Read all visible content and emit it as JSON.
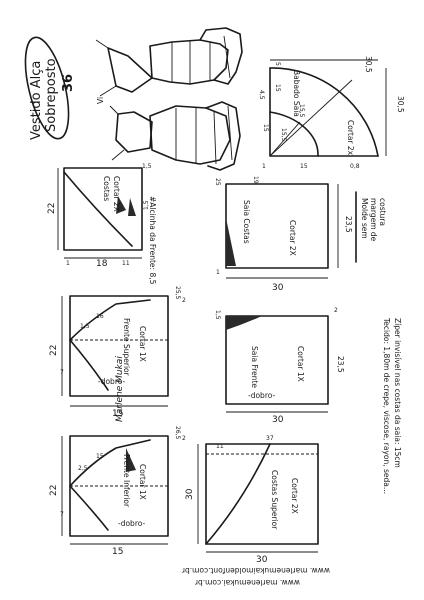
{
  "title": {
    "line1": "Vestido Alça",
    "line2": "Sobreposto",
    "size": "36"
  },
  "illustration": {
    "tag": "Vi"
  },
  "pieces": {
    "costas_superior": {
      "name": "Costas",
      "cut": "Cortar 2X",
      "width": "18",
      "height": "22",
      "top_margin": "1,5",
      "left_margin": "1",
      "right_margin": "11",
      "shoulder": "1,5"
    },
    "alcinha": {
      "text": "#Alcinha da Frente: 8,5"
    },
    "babado": {
      "name": "Babado Saia",
      "cut": "Cortar 2x",
      "top": "30,5",
      "right": "30,5",
      "top_step": "15",
      "left_step": "15",
      "radius_outer": "15,5",
      "radius_inner": "15,5",
      "corner": "15",
      "small_a": "5",
      "small_b": "4,5",
      "small_c": "1",
      "small_d": "0,8"
    },
    "saia_costas": {
      "name": "Saia Costas",
      "cut": "Cortar 2X",
      "width": "30",
      "height": "23,5",
      "top": "19",
      "left_top": "25",
      "left_bottom": "1"
    },
    "molde_note": {
      "line1": "Molde sem",
      "line2": "margem de",
      "line3": "costura"
    },
    "frente_superior": {
      "name": "Frente Superior",
      "cut": "Cortar 1X",
      "width": "15",
      "height": "22",
      "top": "25,5",
      "depth": "16",
      "side": "7",
      "diag": "1,5",
      "fold": "-dobro-",
      "edge": "2"
    },
    "saia_frente": {
      "name": "Saia Frente",
      "cut": "Cortar 1X",
      "width": "30",
      "height": "23,5",
      "top": "1,5",
      "fold": "-dobro-",
      "edge": "2"
    },
    "frente_inferior": {
      "name": "Frente Inferior",
      "cut": "Cortar 1X",
      "width": "15",
      "height": "22",
      "top": "26,5",
      "depth": "15",
      "side": "7",
      "diag": "2,5",
      "fold": "-dobro-",
      "edge": "2"
    },
    "costas_saia_superior": {
      "name": "Costas Superior",
      "cut": "Cortar 2X",
      "width": "30",
      "height": "30",
      "top": "37",
      "left": "11"
    }
  },
  "fabric_note": {
    "line1": "Tecido: 1,80m de crepe, viscose, rayon, seda...",
    "line2": "Zíper invisível nas costas da saia: 15cm"
  },
  "signature": "Marlene Mukai",
  "footer": {
    "line1": "www. marlenemukai.com.br",
    "line2": "www. marlenemukaimoldenfont.com.br"
  }
}
